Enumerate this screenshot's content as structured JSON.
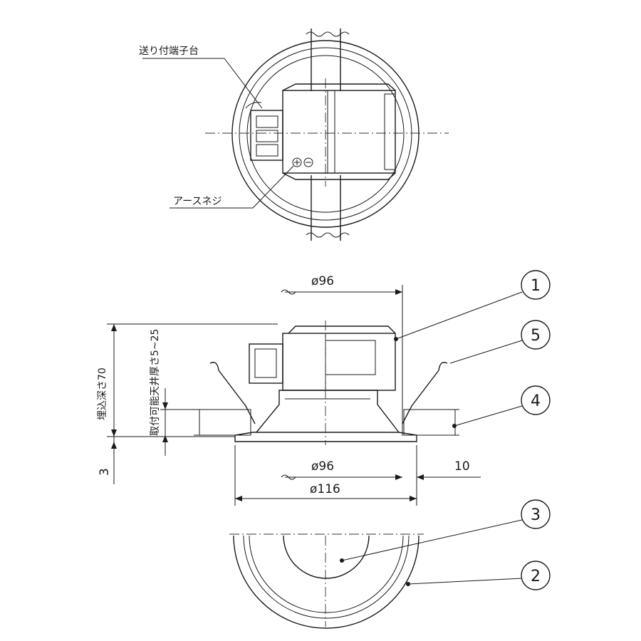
{
  "top_view": {
    "terminal_label": "送り付端子台",
    "ground_label": "アースネジ"
  },
  "side_view": {
    "embed_depth_label": "埋込深さ70",
    "ceiling_thickness_label": "取付可能天井厚さ5~25",
    "dim_top_diameter": "ø96",
    "dim_cutout_diameter": "ø96",
    "dim_flange_diameter": "ø116",
    "dim_flange_offset": "10",
    "dim_flange_height": "3"
  },
  "callouts": [
    "1",
    "5",
    "4",
    "3",
    "2"
  ]
}
